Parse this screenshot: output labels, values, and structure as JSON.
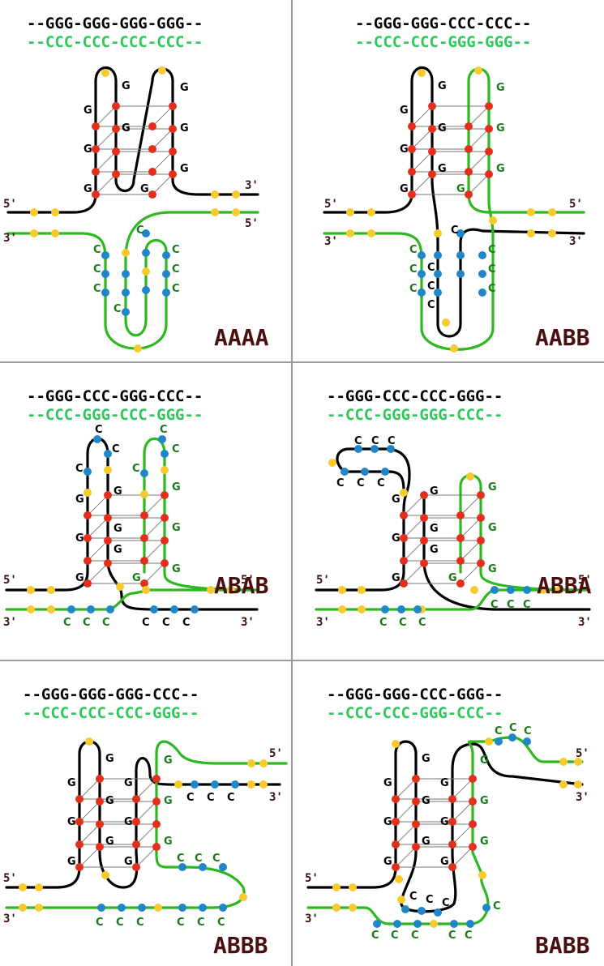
{
  "colors": {
    "black_strand": "#000000",
    "green_strand": "#2eb81f",
    "green_text": "#2ec95a",
    "dark_green_label": "#197a19",
    "g_dot": "#e2301c",
    "c_dot": "#1f86c8",
    "spacer_dot": "#f7cb2d",
    "panel_label": "#4a0f0f",
    "divider": "#9a9a9a"
  },
  "panels": [
    {
      "name": "AAAA",
      "top": "--GGG-GGG-GGG-GGG--",
      "bottom": "--CCC-CCC-CCC-CCC--"
    },
    {
      "name": "AABB",
      "top": "--GGG-GGG-CCC-CCC--",
      "bottom": "--CCC-CCC-GGG-GGG--"
    },
    {
      "name": "ABAB",
      "top": "--GGG-CCC-GGG-CCC--",
      "bottom": "--CCC-GGG-CCC-GGG--"
    },
    {
      "name": "ABBA",
      "top": "--GGG-CCC-CCC-GGG--",
      "bottom": "--CCC-GGG-GGG-CCC--"
    },
    {
      "name": "ABBB",
      "top": "--GGG-GGG-GGG-CCC--",
      "bottom": "--CCC-CCC-CCC-GGG--"
    },
    {
      "name": "BABB",
      "top": "--GGG-GGG-CCC-GGG--",
      "bottom": "--CCC-CCC-GGG-CCC--"
    }
  ],
  "labels": {
    "five_prime": "5'",
    "three_prime": "3'",
    "g": "G",
    "c": "C"
  }
}
